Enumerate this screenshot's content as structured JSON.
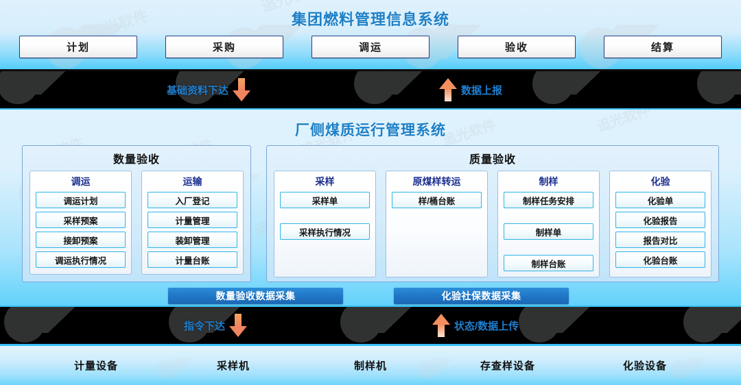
{
  "top": {
    "title": "集团燃料管理信息系统",
    "nav": [
      {
        "label": "计划"
      },
      {
        "label": "采购"
      },
      {
        "label": "调运"
      },
      {
        "label": "验收"
      },
      {
        "label": "结算"
      }
    ]
  },
  "flow_upper": {
    "down": {
      "label": "基础资料下达",
      "icon": "arrow-down-icon",
      "color": "#f0855f"
    },
    "up": {
      "label": "数据上报",
      "icon": "arrow-up-icon",
      "color": "#f4905f"
    }
  },
  "flow_lower": {
    "down": {
      "label": "指令下达",
      "icon": "arrow-down-icon",
      "color": "#f0855f"
    },
    "up": {
      "label": "状态/数据上传",
      "icon": "arrow-up-icon",
      "color": "#f4905f"
    }
  },
  "middle": {
    "title": "厂侧煤质运行管理系统",
    "groups": [
      {
        "title": "数量验收",
        "columns": [
          {
            "title": "调运",
            "items": [
              "调运计划",
              "采样预案",
              "接卸预案",
              "调运执行情况"
            ]
          },
          {
            "title": "运输",
            "items": [
              "入厂登记",
              "计量管理",
              "装卸管理",
              "计量台账"
            ]
          }
        ]
      },
      {
        "title": "质量验收",
        "columns": [
          {
            "title": "采样",
            "items": [
              "采样单",
              "采样执行情况"
            ]
          },
          {
            "title": "原煤样转运",
            "items": [
              "样/桶台账"
            ]
          },
          {
            "title": "制样",
            "items": [
              "制样任务安排",
              "制样单",
              "制样台账"
            ]
          },
          {
            "title": "化验",
            "items": [
              "化验单",
              "化验报告",
              "报告对比",
              "化验台账"
            ]
          }
        ]
      }
    ],
    "collect_bars": [
      {
        "label": "数量验收数据采集"
      },
      {
        "label": "化验社保数据采集"
      }
    ]
  },
  "bottom": {
    "devices": [
      "计量设备",
      "采样机",
      "制样机",
      "存查样设备",
      "化验设备"
    ]
  },
  "colors": {
    "title_blue": "#1c7fc6",
    "band_cyan": "#36bdf5",
    "accent_orange": "#f0855f",
    "bar_blue": "#1f74c4",
    "col_title_navy": "#1b2f8f"
  },
  "watermark": {
    "text": "追光软件"
  }
}
